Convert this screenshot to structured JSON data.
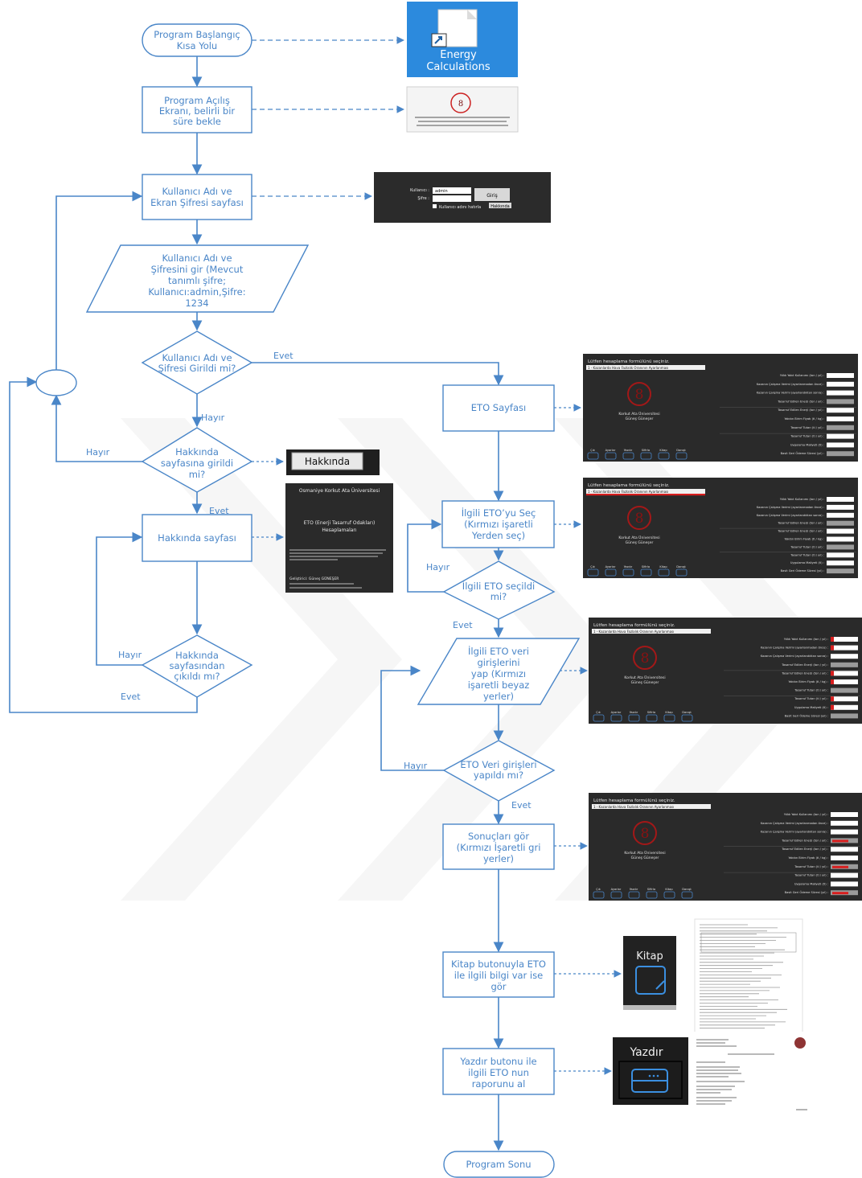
{
  "nodes": {
    "start": [
      "Program Başlangıç",
      "Kısa Yolu"
    ],
    "opening": [
      "Program Açılış",
      "Ekranı, belirli bir",
      "süre bekle"
    ],
    "login_page": [
      "Kullanıcı Adı ve",
      "Ekran Şifresi sayfası"
    ],
    "enter_credentials": [
      "Kullanıcı Adı ve",
      "Şifresini gir (Mevcut",
      "tanımlı şifre;",
      "Kullanıcı:admin,Şifre:",
      "1234"
    ],
    "credentials_entered": [
      "Kullanıcı Adı ve",
      "Şifresi Girildi mi?"
    ],
    "about_entered": [
      "Hakkında",
      "sayfasına girildi",
      "mi?"
    ],
    "about_page": [
      "Hakkında sayfası"
    ],
    "about_exited": [
      "Hakkında",
      "sayfasından",
      "çıkıldı mı?"
    ],
    "eto_page": [
      "ETO Sayfası"
    ],
    "select_eto": [
      "İlgili ETO’yu Seç",
      "(Kırmızı işaretli",
      "Yerden seç)"
    ],
    "eto_selected": [
      "İlgili ETO seçildi",
      "mi?"
    ],
    "eto_data_entry": [
      "İlgili ETO veri",
      "girişlerini",
      "yap (Kırmızı",
      "işaretli beyaz",
      "yerler)"
    ],
    "eto_data_done": [
      "ETO Veri girişleri",
      "yapıldı mı?"
    ],
    "results": [
      "Sonuçları gör",
      "(Kırmızı İşaretli gri",
      "yerler)"
    ],
    "book_info": [
      "Kitap butonuyla ETO",
      "ile ilgili bilgi var ise",
      "gör"
    ],
    "print_report": [
      "Yazdır butonu ile",
      "ilgili ETO nun",
      "raporunu al"
    ],
    "end": [
      "Program Sonu"
    ]
  },
  "edge_labels": {
    "evet": "Evet",
    "hayir": "Hayır"
  },
  "shortcut": {
    "label_line1": "Energy",
    "label_line2": "Calculations"
  },
  "login_screen": {
    "user_label": "Kullanıcı :",
    "user_value": "admin",
    "pass_label": "Şifre :",
    "login_button": "Giriş",
    "remember_label": "Kullanıcı adını hatırla",
    "about_button": "Hakkında"
  },
  "about_button_screen": {
    "label": "Hakkında"
  },
  "about_screen": {
    "university": "Osmaniye Korkut Ata Üniversitesi",
    "title_line1": "ETO (Enerji Tasarruf Odakları)",
    "title_line2": "Hesaplamaları",
    "developer": "Geliştirici: Güneş GÜNEŞER"
  },
  "eto_screen": {
    "header": "Lütfen hesaplama formülünü seçiniz.",
    "selected_formula": "1 - Kazanlarda Hava Fazlalık Oranının Ayarlanması",
    "university": "Korkut Ata Üniversitesi",
    "author": "Güneş Güneşer",
    "fields": [
      "Yıllık Yakıt Kullanımı (ton / yıl) :",
      "Kazanın Çalışma Verimi (ayarlanmadan önce) :",
      "Kazanın Çalışma Verimi (ayarlandıktan sonra) :",
      "Tasarruf Edilen Enerji (ton / yıl) :",
      "Tasarruf Edilen Enerji (ton / yıl) :",
      "Yakıtın Birim Fiyatı (tl / kg) :",
      "Tasarruf Tutarı (tl / yıl) :",
      "Tasarruf Tutarı (tl / yıl) :",
      "Uygulama Maliyeti (tl) :",
      "Basit Geri Ödeme Süresi (yıl) :"
    ],
    "toolbar": [
      "Çık",
      "Ayarlar",
      "Yazdır",
      "Sifirla",
      "Kitap",
      "Danışt"
    ]
  },
  "book_button": {
    "label": "Kitap"
  },
  "print_button": {
    "label": "Yazdır"
  }
}
